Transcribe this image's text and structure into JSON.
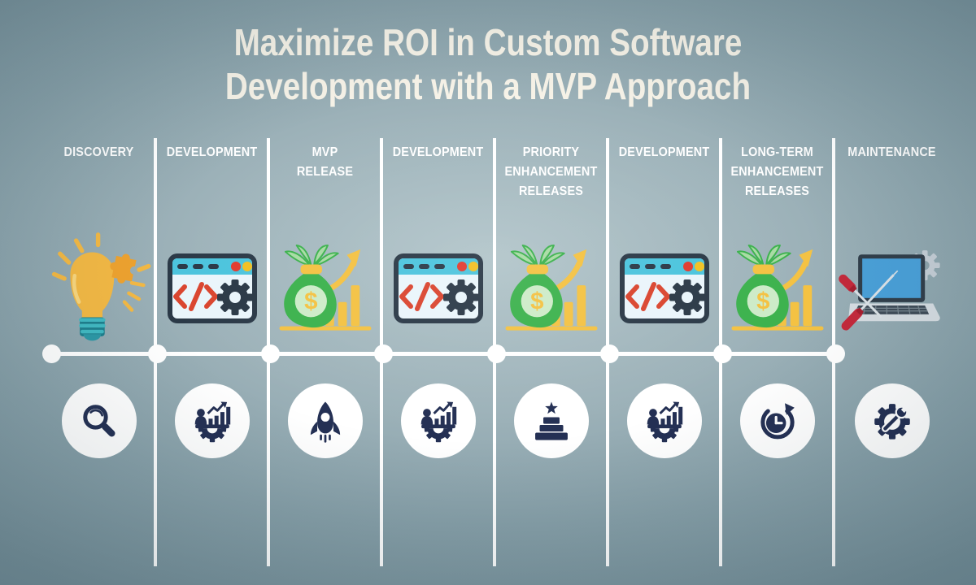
{
  "title": {
    "line1": "Maximize ROI in Custom Software",
    "line2": "Development with a MVP Approach"
  },
  "phases": [
    {
      "label": "DISCOVERY",
      "illustration": "idea-lightbulb-puzzle",
      "badge_icon": "magnifier"
    },
    {
      "label": "DEVELOPMENT",
      "illustration": "browser-code-gear",
      "badge_icon": "team-growth-gear"
    },
    {
      "label": "MVP\nRELEASE",
      "illustration": "money-bag-growth",
      "badge_icon": "rocket"
    },
    {
      "label": "DEVELOPMENT",
      "illustration": "browser-code-gear",
      "badge_icon": "team-growth-gear"
    },
    {
      "label": "PRIORITY\nENHANCEMENT\nRELEASES",
      "illustration": "money-bag-growth",
      "badge_icon": "star-podium"
    },
    {
      "label": "DEVELOPMENT",
      "illustration": "browser-code-gear",
      "badge_icon": "team-growth-gear"
    },
    {
      "label": "LONG-TERM\nENHANCEMENT\nRELEASES",
      "illustration": "money-bag-growth",
      "badge_icon": "clock-refresh"
    },
    {
      "label": "MAINTENANCE",
      "illustration": "laptop-repair",
      "badge_icon": "gear-wrench"
    }
  ],
  "glyphs": {
    "dollar": "$"
  },
  "timeline": {
    "dot_count": 8
  },
  "colors": {
    "background_center": "#b2c5ca",
    "background_edge": "#6f8a95",
    "title_text": "#f7f3e8",
    "phase_text": "#ffffff",
    "divider": "#ffffff",
    "timeline": "#ffffff",
    "badge_background": "#ffffff",
    "badge_navy": "#243054",
    "yellow": "#f2b844",
    "green": "#3cb24d",
    "cyan": "#4cc4dd",
    "red": "#da452f",
    "slate": "#2b3947",
    "laptop_blue": "#4aa0d8"
  }
}
